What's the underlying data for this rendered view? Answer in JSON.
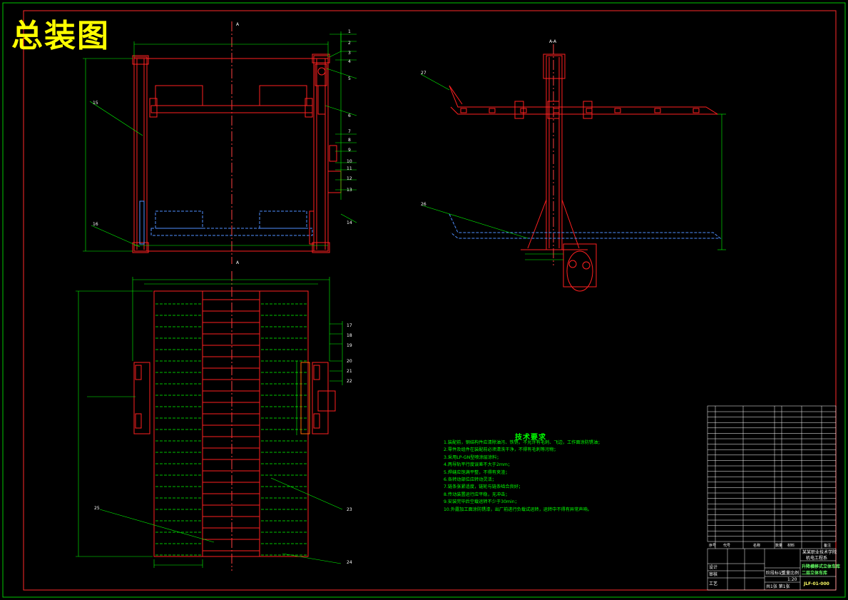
{
  "drawing_title": "总装图",
  "section_label": "A-A",
  "view_cut_mark": "A",
  "callouts_front": [
    "1",
    "2",
    "3",
    "4",
    "5",
    "6",
    "7",
    "8",
    "9",
    "10",
    "11",
    "12",
    "13",
    "14",
    "15",
    "16"
  ],
  "callouts_plan": [
    "17",
    "18",
    "19",
    "20",
    "21",
    "22",
    "23",
    "24",
    "25"
  ],
  "callouts_side": [
    "26",
    "27"
  ],
  "tech_requirements": {
    "heading": "技术要求",
    "items": [
      "1.装配前，钢结构件应清除油污、铁锈，不允许有毛刺、飞边，工作面涂防锈油；",
      "2.零件及组件在装配前必须清洗干净，不得有毛刺等污物；",
      "3.采用LP-GN型喷涂层涂料；",
      "4.两导轨平行度误差不大于2mm；",
      "5.焊缝应饱满平整，不得有夹渣；",
      "6.各转动部位应转动灵活；",
      "7.链条张紧适度，链轮与链条啮合良好；",
      "8.传动装置运行应平稳，无冲击；",
      "9.安装完毕后空载运转不少于30min；",
      "10.外露加工面涂防锈漆，出厂前进行负载试运转，运转中不得有异常声响。"
    ]
  },
  "title_block": {
    "school": "某某职业技术学院",
    "dept": "机电工程系",
    "project_line1": "升降横移式立体车库",
    "project_line2": "二层立体车库",
    "drawing_no": "JLF-01-000",
    "scale_label": "比例",
    "scale_value": "1:20",
    "sheet_label": "共1张 第1张",
    "design_label": "设计",
    "check_label": "审核",
    "approve_label": "工艺",
    "qty_label": "数量",
    "weight_label": "重量",
    "stage_label": "阶段标记"
  },
  "bom_headers": [
    "序号",
    "代号",
    "名称",
    "数量",
    "材料",
    "备注"
  ],
  "colors": {
    "background": "#000000",
    "outline": "#ff0000",
    "dimension": "#00ff00",
    "title_text": "#ffff00",
    "hidden": "#4f8fff",
    "frame": "#00c800"
  }
}
